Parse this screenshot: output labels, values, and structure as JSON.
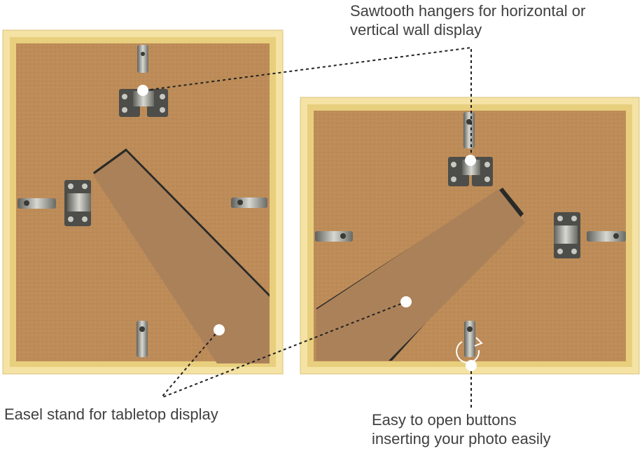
{
  "callouts": {
    "hangers": {
      "line1": "Sawtooth hangers for horizontal or",
      "line2": "vertical wall display"
    },
    "easel": {
      "line1": "Easel stand for tabletop display"
    },
    "buttons": {
      "line1": "Easy to open buttons",
      "line2": "inserting your photo easily"
    }
  },
  "colors": {
    "frame_outer": "#f4e3a4",
    "frame_inner": "#ead07a",
    "backing": "#bc8b57",
    "easel": "#aa8058",
    "metal": "#8d8d86",
    "dot": "#ffffff",
    "leader": "#222222"
  }
}
